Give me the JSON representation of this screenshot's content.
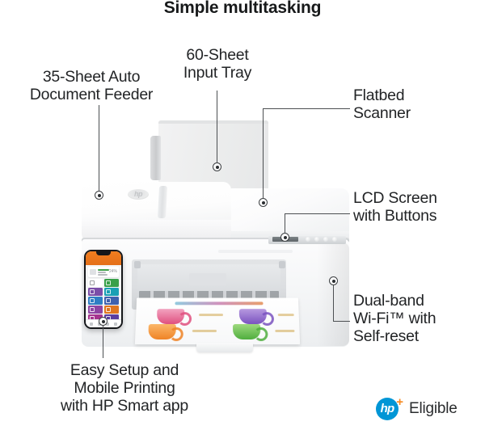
{
  "page": {
    "title": "Simple multitasking",
    "background_color": "#ffffff",
    "text_color": "#222426",
    "leader_line_color": "#4c4f52"
  },
  "callouts": [
    {
      "id": "adf",
      "label": "35-Sheet Auto\nDocument Feeder",
      "align": "center"
    },
    {
      "id": "tray",
      "label": "60-Sheet\nInput Tray",
      "align": "center"
    },
    {
      "id": "flatbed",
      "label": "Flatbed\nScanner",
      "align": "left"
    },
    {
      "id": "lcd",
      "label": "LCD Screen\nwith Buttons",
      "align": "left"
    },
    {
      "id": "wifi",
      "label": "Dual-band\nWi-Fi™ with\nSelf-reset",
      "align": "left"
    },
    {
      "id": "mobile",
      "label": "Easy Setup and\nMobile Printing\nwith HP Smart app",
      "align": "center"
    }
  ],
  "product": {
    "brand_mark": "hp",
    "device": "all-in-one-inkjet-printer",
    "lcd_color": "#6b7276",
    "body_color": "#f6f7f8"
  },
  "phone": {
    "app": "HP Smart",
    "header_color": "#f07d1f",
    "card_percent": "24%",
    "tiles": [
      {
        "color": "#ffffff"
      },
      {
        "color": "#39a04a"
      },
      {
        "color": "#7b4ea8"
      },
      {
        "color": "#1aa0b4"
      },
      {
        "color": "#2f7fc4"
      },
      {
        "color": "#3f61ae"
      },
      {
        "color": "#8e45a3"
      },
      {
        "color": "#e0761f"
      },
      {
        "color": "#a6338f"
      },
      {
        "color": "#5a3fa0"
      }
    ]
  },
  "printed_sheet": {
    "ink_colors": [
      "#e0507f",
      "#7a52c0",
      "#ef8326",
      "#4fae3e"
    ]
  },
  "hp_plus_badge": {
    "mark_text": "hp",
    "plus": "+",
    "label": "Eligible",
    "mark_color": "#0096d6",
    "plus_color": "#f6891f"
  }
}
